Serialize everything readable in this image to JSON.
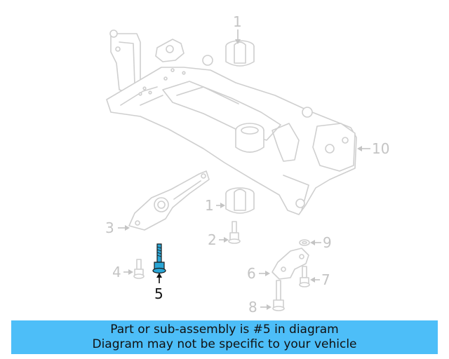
{
  "callouts": {
    "c1_top": "1",
    "c10": "10",
    "c3": "3",
    "c1_mid": "1",
    "c2": "2",
    "c9": "9",
    "c4": "4",
    "c5": "5",
    "c6": "6",
    "c7": "7",
    "c8": "8"
  },
  "highlight_part": "5",
  "colors": {
    "line_gray": "#c4c4c4",
    "highlight": "#2aa6d6",
    "banner": "#4dbef8"
  },
  "banner": {
    "line1": "Part or sub-assembly is #5 in diagram",
    "line2": "Diagram may not be specific to your vehicle"
  }
}
